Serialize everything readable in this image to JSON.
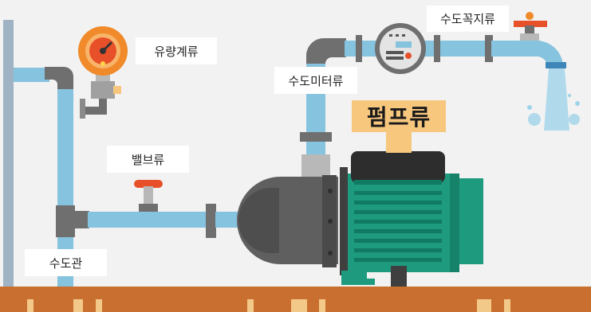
{
  "labels": {
    "flow_meter": "유량계류",
    "water_meter": "수도미터류",
    "faucet": "수도꼭지류",
    "pump": "펌프류",
    "valve": "밸브류",
    "water_pipe": "수도관"
  },
  "colors": {
    "background": "#f2f2f2",
    "pipe": "#86c3df",
    "fitting": "#6f6f6f",
    "pump_motor": "#1e9a7e",
    "pump_casing": "#5f5f5f",
    "valve_handle": "#e8502a",
    "gauge": "#f08a2a",
    "ground": "#c96f2f",
    "label_highlight": "#f7c77e"
  }
}
